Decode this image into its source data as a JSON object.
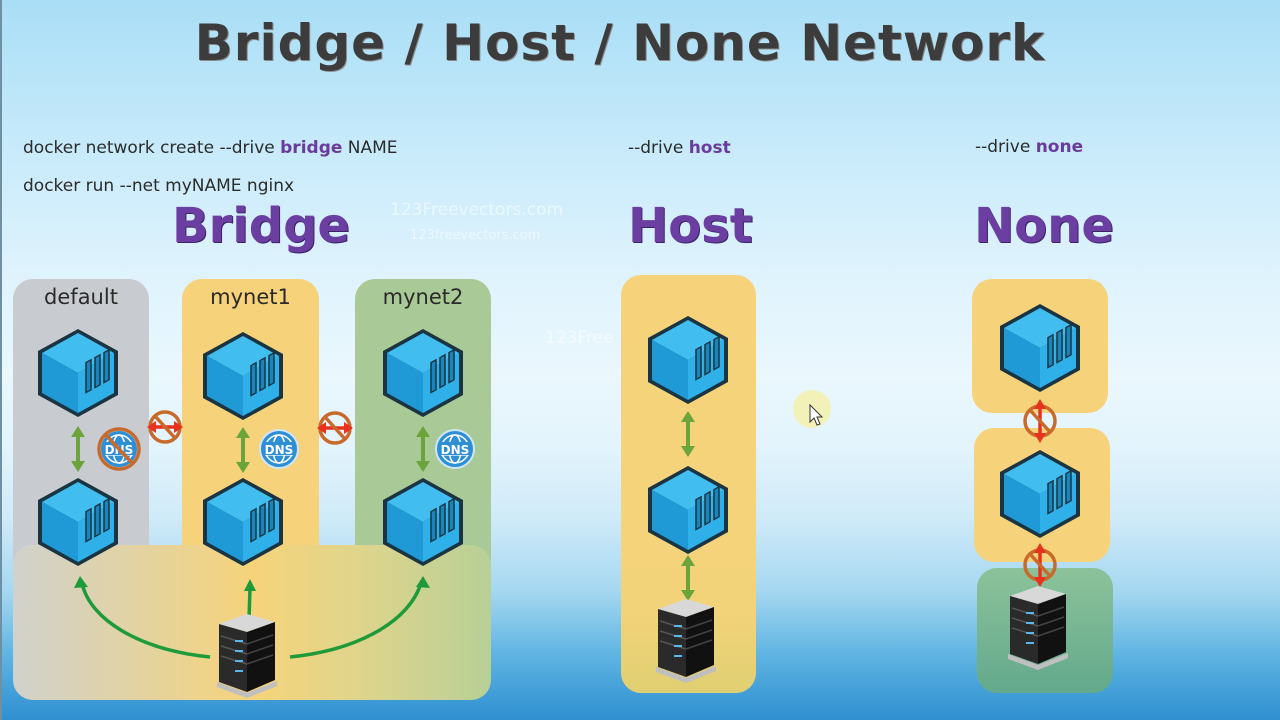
{
  "slide": {
    "title": "Bridge / Host / None Network",
    "watermarks": [
      "123Freevectors.com",
      "123freevectors.com",
      "123Free"
    ]
  },
  "colors": {
    "title_text": "#3c3c3c",
    "keyword_purple": "#6a3b9c",
    "panel_gray": "#c9cdd0",
    "panel_yellow": "#f6d37a",
    "panel_green": "#a7c896",
    "panel_green_dark": "#79b58f",
    "container_blue": "#29a8e0",
    "link_green": "#6ba43a",
    "host_arrow_green": "#1f9a3a",
    "blocked_orange": "#c86a2c",
    "blocked_red": "#e8321e",
    "dns_blue": "#2f8fd6"
  },
  "commands": {
    "bridge_create": {
      "prefix": "docker network create --drive ",
      "keyword": "bridge",
      "suffix": " NAME"
    },
    "bridge_run": {
      "text": "docker run --net myNAME nginx"
    },
    "host": {
      "prefix": "--drive ",
      "keyword": "host"
    },
    "none": {
      "prefix": "--drive ",
      "keyword": "none"
    }
  },
  "sections": {
    "bridge": {
      "title": "Bridge",
      "networks": [
        {
          "name": "default",
          "containers": 2,
          "dns": "disabled",
          "color": "gray"
        },
        {
          "name": "mynet1",
          "containers": 2,
          "dns": "enabled",
          "color": "yellow"
        },
        {
          "name": "mynet2",
          "containers": 2,
          "dns": "enabled",
          "color": "green"
        }
      ],
      "inter_network_links": [
        "blocked",
        "blocked"
      ],
      "host_links_to": [
        "default",
        "mynet1",
        "mynet2"
      ],
      "dns_label": "DNS"
    },
    "host": {
      "title": "Host",
      "containers": 2,
      "links": [
        "container-container: allowed",
        "container-host: allowed"
      ]
    },
    "none": {
      "title": "None",
      "containers": 2,
      "links": [
        "container-container: blocked",
        "container-host: blocked"
      ]
    }
  }
}
